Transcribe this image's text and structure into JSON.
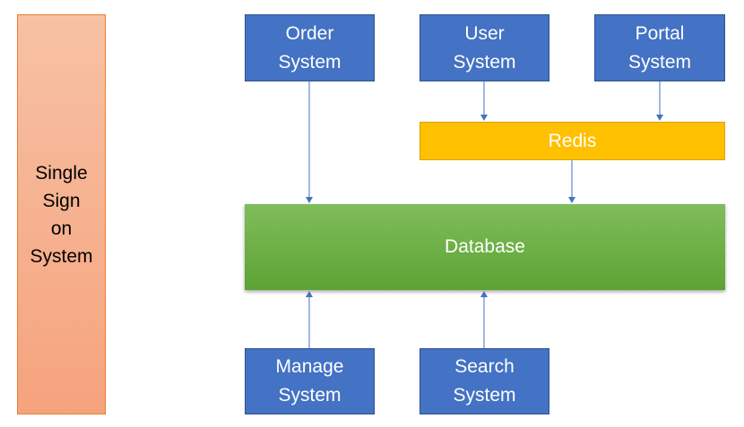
{
  "diagram": {
    "sso": "Single\nSign\non\nSystem",
    "order": "Order\nSystem",
    "user": "User\nSystem",
    "portal": "Portal\nSystem",
    "redis": "Redis",
    "database": "Database",
    "manage": "Manage\nSystem",
    "search": "Search\nSystem"
  },
  "colors": {
    "system_box": "#4472c4",
    "redis": "#ffc000",
    "database": "#70ad47",
    "sso": "#f4b183",
    "arrow": "#4472c4"
  }
}
